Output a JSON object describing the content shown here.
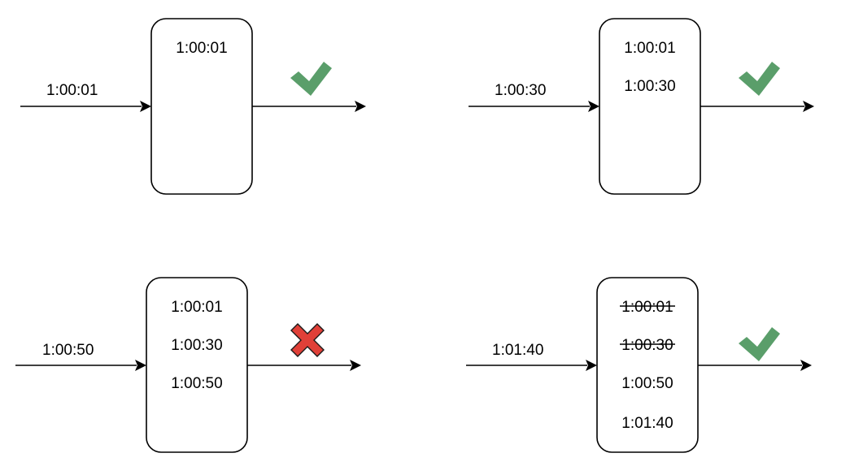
{
  "colors": {
    "check": "#5a9e6a",
    "cross": "#e04038",
    "stroke": "#000000"
  },
  "panels": [
    {
      "input": "1:00:01",
      "entries": [
        {
          "text": "1:00:01",
          "struck": false
        }
      ],
      "result": "check",
      "result_icon": "checkmark-icon"
    },
    {
      "input": "1:00:30",
      "entries": [
        {
          "text": "1:00:01",
          "struck": false
        },
        {
          "text": "1:00:30",
          "struck": false
        }
      ],
      "result": "check",
      "result_icon": "checkmark-icon"
    },
    {
      "input": "1:00:50",
      "entries": [
        {
          "text": "1:00:01",
          "struck": false
        },
        {
          "text": "1:00:30",
          "struck": false
        },
        {
          "text": "1:00:50",
          "struck": false
        }
      ],
      "result": "cross",
      "result_icon": "cross-icon"
    },
    {
      "input": "1:01:40",
      "entries": [
        {
          "text": "1:00:01",
          "struck": true
        },
        {
          "text": "1:00:30",
          "struck": true
        },
        {
          "text": "1:00:50",
          "struck": false
        },
        {
          "text": "1:01:40",
          "struck": false
        }
      ],
      "result": "check",
      "result_icon": "checkmark-icon"
    }
  ]
}
